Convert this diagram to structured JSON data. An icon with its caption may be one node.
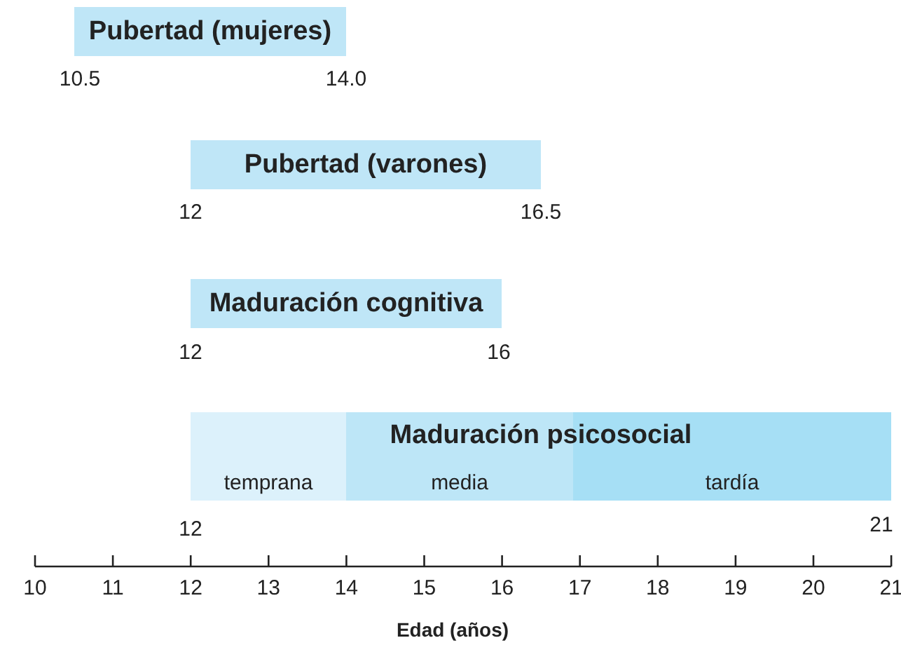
{
  "diagram": {
    "nodes": [
      {
        "text": [
          "Pubertad (mujeres)"
        ],
        "beside": [
          "10.5",
          "14.0"
        ]
      },
      {
        "text": [
          "Pubertad (varones)"
        ],
        "beside": [
          "12",
          "16.5"
        ]
      },
      {
        "text": [
          "Maduración cognitiva"
        ],
        "beside": [
          "12",
          "16"
        ]
      },
      {
        "text": [
          "Maduración psicosocial"
        ],
        "beside": [
          "12",
          "21"
        ]
      },
      {
        "text": [
          "temprana"
        ],
        "in": 3
      },
      {
        "text": [
          "media"
        ],
        "in": 3
      },
      {
        "text": [
          "tardía"
        ],
        "in": 3
      }
    ],
    "edges": [],
    "labels": [
      "10",
      "11",
      "12",
      "13",
      "14",
      "15",
      "16",
      "17",
      "18",
      "19",
      "20",
      "21",
      "Edad (años)"
    ]
  }
}
